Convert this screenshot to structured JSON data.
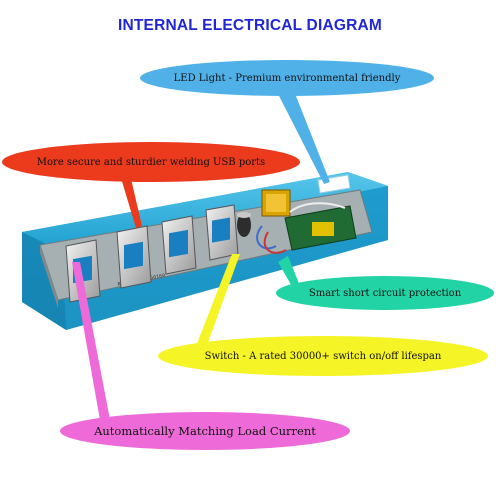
{
  "title": "INTERNAL ELECTRICAL DIAGRAM",
  "callouts": {
    "led": {
      "text": "LED Light - Premium environmental friendly",
      "color": "#4fb1e8"
    },
    "usb": {
      "text": "More secure and sturdier welding USB ports",
      "color": "#ec3a1d"
    },
    "circuit": {
      "text": "Smart short circuit protection",
      "color": "#22d3a6"
    },
    "switch": {
      "text": "Switch - A rated 30000+ switch on/off lifespan",
      "color": "#f4f426"
    },
    "load": {
      "text": "Automatically Matching Load Current",
      "color": "#ee6ad8"
    }
  },
  "board_marking": "RBS4B-001-050160",
  "colors": {
    "casing": "#1ea9d9",
    "pcb": "#9aa6a8",
    "title": "#1f26d6"
  }
}
